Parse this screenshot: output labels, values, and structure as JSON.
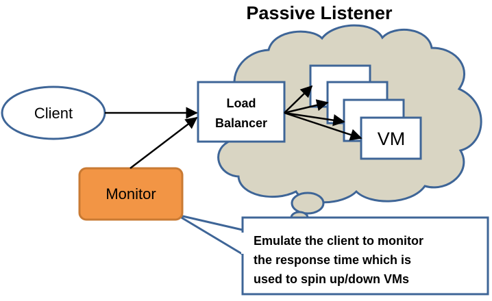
{
  "title": "Passive Listener",
  "nodes": {
    "client": "Client",
    "load_balancer_line1": "Load",
    "load_balancer_line2": "Balancer",
    "monitor": "Monitor",
    "vm_front": "VM"
  },
  "callout": {
    "line1": "Emulate the client to monitor",
    "line2": "the response time which is",
    "line3": "used to spin up/down VMs"
  },
  "colors": {
    "cloud_fill": "#d9d5c3",
    "outline": "#3e6597",
    "monitor_fill": "#f29545",
    "monitor_border": "#c97a33",
    "arrow": "#000000"
  }
}
